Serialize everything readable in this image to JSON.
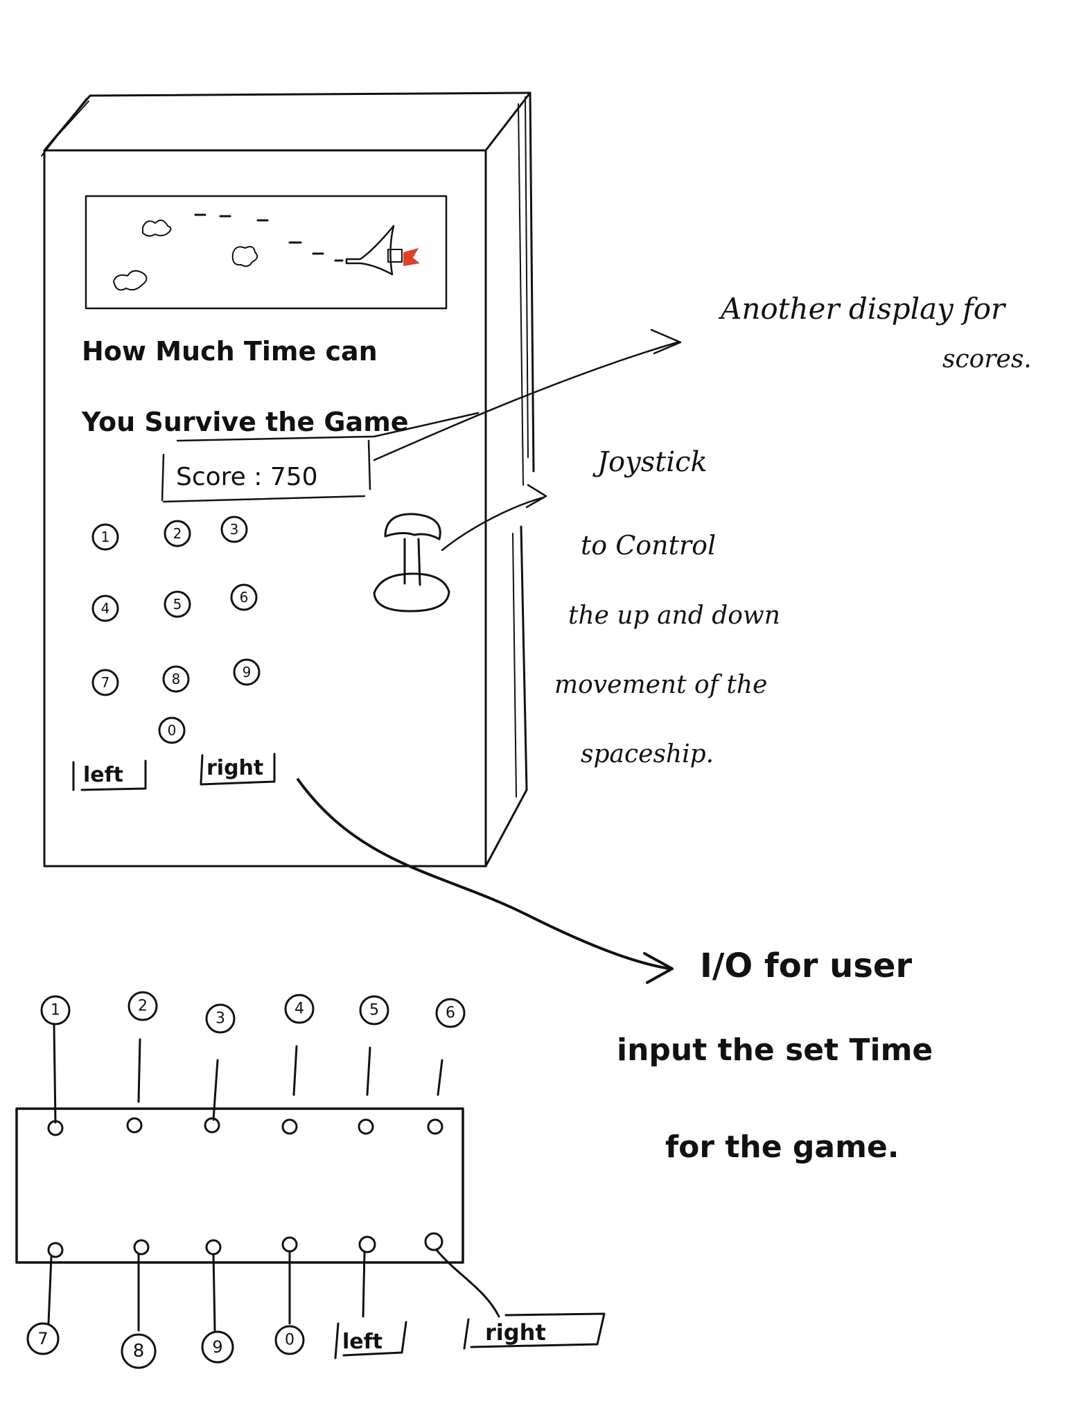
{
  "machine": {
    "title_line1": "How Much Time can",
    "title_line2": "You Survive the Game",
    "score_label": "Score : 750",
    "keypad_keys": [
      "1",
      "2",
      "3",
      "4",
      "5",
      "6",
      "7",
      "8",
      "9",
      "0"
    ],
    "left_button": "left",
    "right_button": "right",
    "rocket_label": "??"
  },
  "annotations": {
    "score_display_line1": "Another display for",
    "score_display_line2": "scores.",
    "joystick_line1": "Joystick",
    "joystick_line2": "to       Control",
    "joystick_line3": "the   up   and  down",
    "joystick_line4": "movement  of   the",
    "joystick_line5": "spaceship.",
    "io_line1": "I/O    for    user",
    "io_line2": "input    the   set    Time",
    "io_line3": "for    the   game."
  },
  "module": {
    "top_pins": [
      "1",
      "2",
      "3",
      "4",
      "5",
      "6"
    ],
    "bottom_pins": [
      "7",
      "8",
      "9",
      "0"
    ],
    "bottom_left_label": "left",
    "bottom_right_label": "right"
  },
  "colors": {
    "ink": "#111111",
    "flame": "#e0402a"
  }
}
